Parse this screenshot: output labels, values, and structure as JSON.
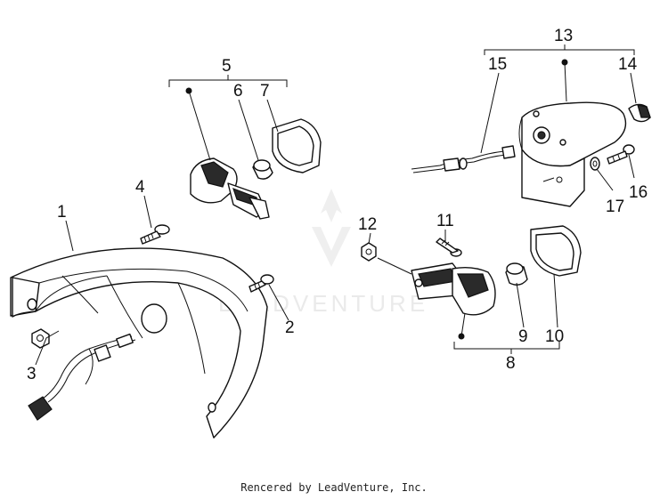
{
  "diagram": {
    "watermark": "LEADVENTURE",
    "footer": "Rencered by LeadVenture, Inc.",
    "callouts": {
      "p1": "1",
      "p2": "2",
      "p3": "3",
      "p4": "4",
      "p5": "5",
      "p6": "6",
      "p7": "7",
      "p8": "8",
      "p9": "9",
      "p10": "10",
      "p11": "11",
      "p12": "12",
      "p13": "13",
      "p14": "14",
      "p15": "15",
      "p16": "16",
      "p17": "17"
    }
  }
}
